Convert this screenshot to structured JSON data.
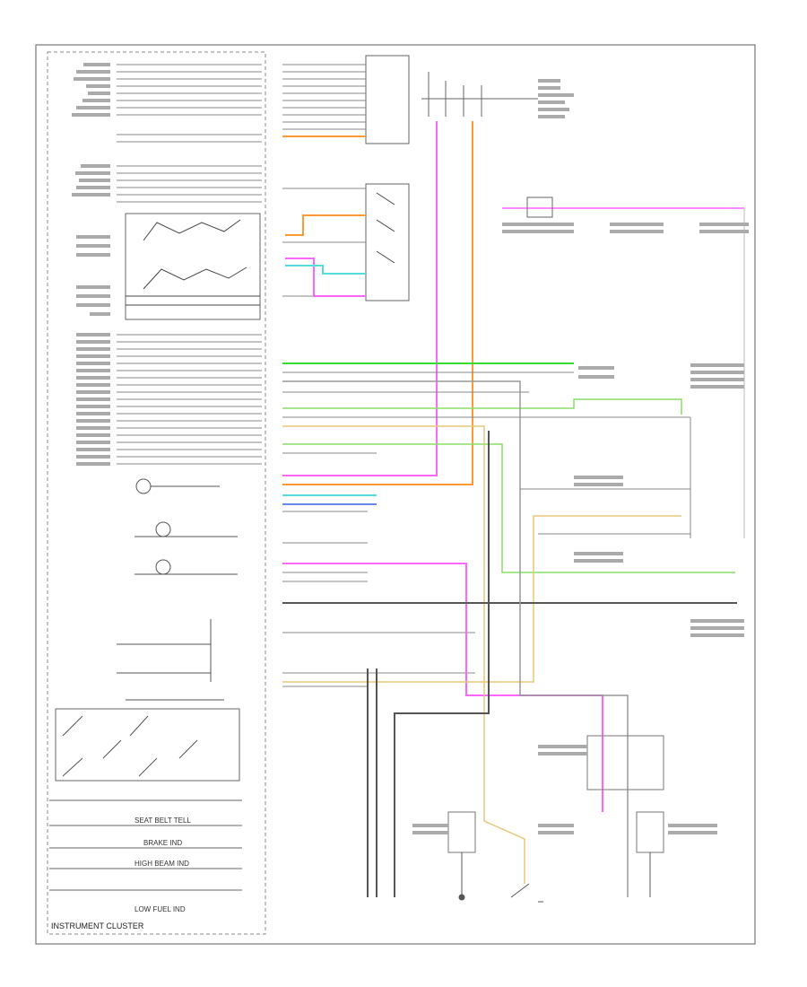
{
  "diagram": {
    "title": "INSTRUMENT CLUSTER",
    "page_note": "",
    "colors": {
      "pink": "#ff66ff",
      "orange": "#ff9933",
      "green": "#33dd33",
      "light_green": "#88dd66",
      "tan": "#e8c77a",
      "cyan": "#55dddd",
      "blue": "#6688ee",
      "gray": "#888888",
      "dark": "#333333"
    },
    "cluster_bottom_labels": [
      "SEAT BELT TELL",
      "BRAKE IND",
      "HIGH BEAM IND",
      "LOW FUEL IND"
    ]
  }
}
